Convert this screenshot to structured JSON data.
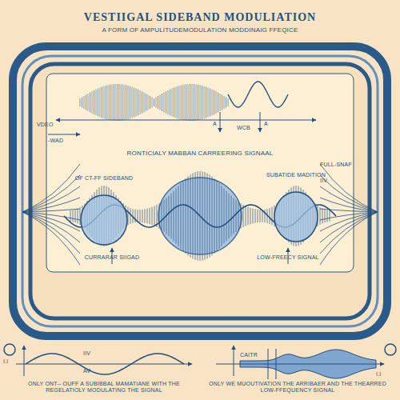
{
  "diagram": {
    "title": "VESTIIGAL SIDEBAND MODULIATION",
    "nodes": [
      {
        "text": [
          "OF CT-FF SIDEBAND"
        ]
      },
      {
        "text": [
          "SUBATIDE MADITION"
        ]
      }
    ],
    "labels": [
      "A FORM OF AMPULITUDEMODULATION MODDINAIG FFEQICE",
      "VDEO",
      "-WAD",
      "WCB",
      "A",
      "A",
      "RONTICIALY MABBAN CARREERING SIGNAAL",
      "FULL-SNAF",
      "IIV",
      "CURRARAR SIIGAD",
      "LOW-FREECY SIGNAL",
      "I.I",
      "IIV",
      "AV",
      "CAITR",
      "I.I",
      "ONLY ONT-- OUFF A SUBIBBAL MAMATIANE WITH THE REGELATIOLY MODULATING THE SIGNAL",
      "ONLY WE MUOUTIVATION THE ARRIBAER AND THE THEARRED LOW-FFEQUENCY SIGNAL"
    ]
  }
}
